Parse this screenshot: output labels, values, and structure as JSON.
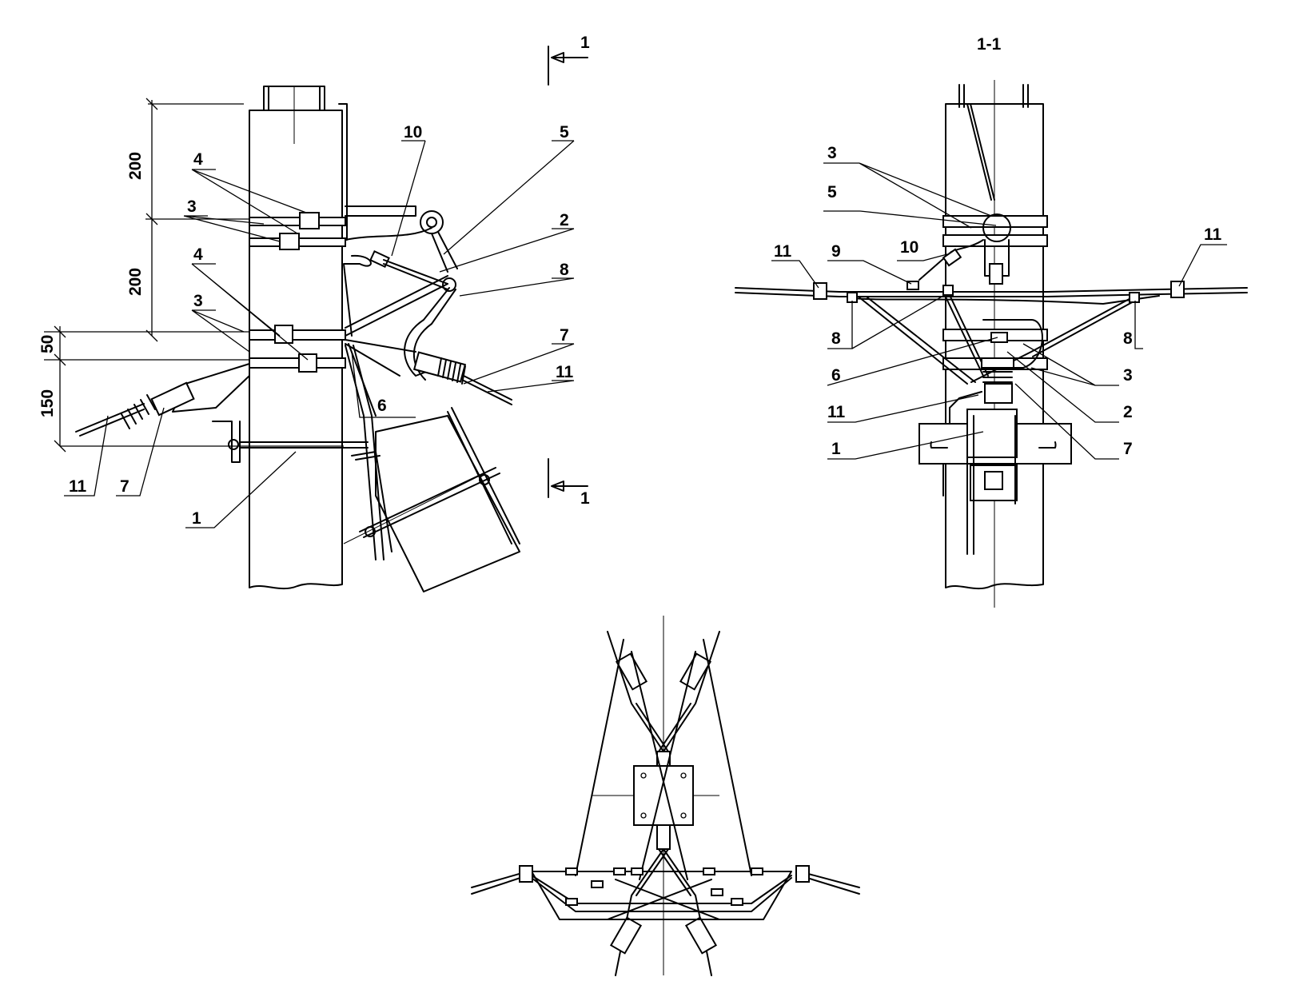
{
  "view_a": {
    "section_mark_top": "1",
    "section_mark_bottom": "1",
    "dimensions": [
      "200",
      "200",
      "50",
      "150"
    ],
    "callouts": [
      "10",
      "5",
      "2",
      "8",
      "7",
      "11",
      "6",
      "4",
      "3",
      "4",
      "3",
      "11",
      "7",
      "1"
    ]
  },
  "view_b": {
    "title": "1-1",
    "callouts": [
      "3",
      "5",
      "11",
      "9",
      "10",
      "11",
      "8",
      "8",
      "6",
      "3",
      "11",
      "2",
      "1",
      "7"
    ]
  }
}
